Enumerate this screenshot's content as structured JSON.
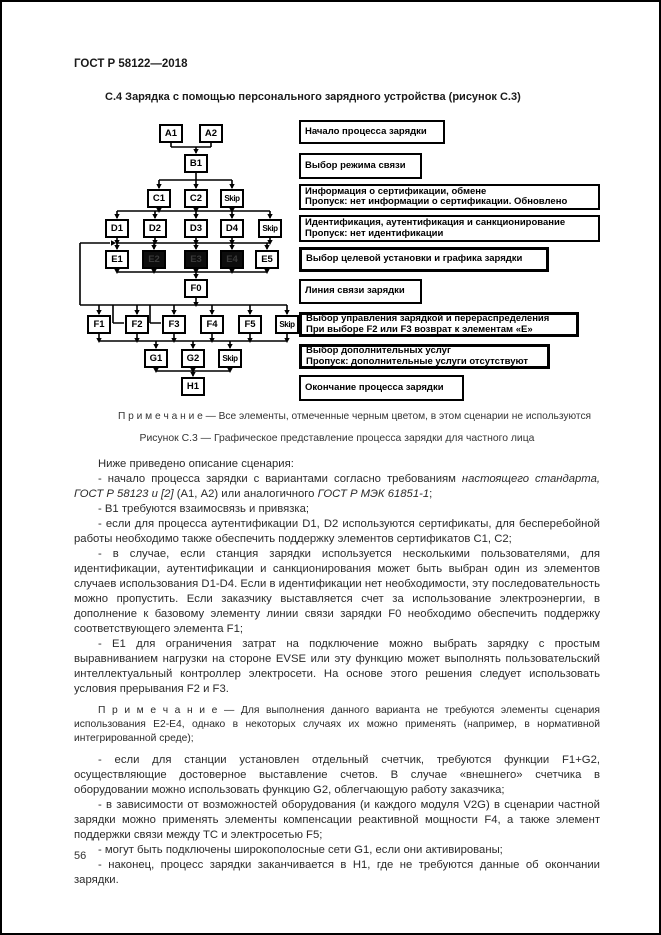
{
  "page": {
    "standard_code": "ГОСТ Р 58122—2018",
    "page_number": "56"
  },
  "section": {
    "heading": "С.4  Зарядка с помощью персонального зарядного устройства (рисунок С.3)"
  },
  "figure": {
    "note": "П р и м е ч а н и е — Все элементы, отмеченные черным цветом, в этом сценарии не используются",
    "caption": "Рисунок С.3 — Графическое представление процесса зарядки для частного лица",
    "nodes": [
      {
        "id": "A1",
        "label": "A1"
      },
      {
        "id": "A2",
        "label": "A2"
      },
      {
        "id": "B1",
        "label": "B1"
      },
      {
        "id": "C1",
        "label": "C1"
      },
      {
        "id": "C2",
        "label": "C2"
      },
      {
        "id": "C-skip",
        "label": "Skip",
        "variant": "skip"
      },
      {
        "id": "D1",
        "label": "D1"
      },
      {
        "id": "D2",
        "label": "D2"
      },
      {
        "id": "D3",
        "label": "D3"
      },
      {
        "id": "D4",
        "label": "D4"
      },
      {
        "id": "D-skip",
        "label": "Skip",
        "variant": "skip"
      },
      {
        "id": "E1",
        "label": "E1"
      },
      {
        "id": "E2",
        "label": "E2",
        "variant": "black"
      },
      {
        "id": "E3",
        "label": "E3",
        "variant": "black"
      },
      {
        "id": "E4",
        "label": "E4",
        "variant": "black"
      },
      {
        "id": "E5",
        "label": "E5"
      },
      {
        "id": "F0",
        "label": "F0"
      },
      {
        "id": "F1",
        "label": "F1"
      },
      {
        "id": "F2",
        "label": "F2"
      },
      {
        "id": "F3",
        "label": "F3"
      },
      {
        "id": "F4",
        "label": "F4"
      },
      {
        "id": "F5",
        "label": "F5"
      },
      {
        "id": "F-skip",
        "label": "Skip",
        "variant": "skip"
      },
      {
        "id": "G1",
        "label": "G1"
      },
      {
        "id": "G2",
        "label": "G2"
      },
      {
        "id": "G-skip",
        "label": "Skip",
        "variant": "skip"
      },
      {
        "id": "H1",
        "label": "H1"
      }
    ],
    "side_labels": [
      {
        "lines": [
          "Начало процесса зарядки"
        ]
      },
      {
        "lines": [
          "Выбор режима связи"
        ]
      },
      {
        "lines": [
          "Информация о сертификации, обмене",
          "Пропуск: нет информации о сертификации. Обновлено"
        ]
      },
      {
        "lines": [
          "Идентификация, аутентификация и санкционирование",
          "Пропуск: нет идентификации"
        ]
      },
      {
        "lines": [
          "Выбор целевой установки и графика зарядки"
        ],
        "thick": true
      },
      {
        "lines": [
          "Линия связи зарядки"
        ]
      },
      {
        "lines": [
          "Выбор управления зарядкой и перераспределения",
          "При выборе F2 или F3 возврат к элементам «Е»"
        ],
        "thick": true
      },
      {
        "lines": [
          "Выбор дополнительных услуг",
          "Пропуск: дополнительные услуги отсутствуют"
        ],
        "thick": true
      },
      {
        "lines": [
          "Окончание процесса зарядки"
        ]
      }
    ]
  },
  "body": {
    "paragraphs": [
      {
        "type": "plain",
        "segments": [
          {
            "text": "Ниже приведено описание сценария:"
          }
        ]
      },
      {
        "type": "plain",
        "segments": [
          {
            "text": "- начало процесса зарядки с вариантами согласно требованиям "
          },
          {
            "text": "настоящего стандарта, ГОСТ Р 58123 и [2]",
            "italic": true
          },
          {
            "text": " (А1, А2) или аналогичного "
          },
          {
            "text": "ГОСТ Р МЭК 61851-1",
            "italic": true
          },
          {
            "text": ";"
          }
        ]
      },
      {
        "type": "plain",
        "segments": [
          {
            "text": "- В1 требуются взаимосвязь и привязка;"
          }
        ]
      },
      {
        "type": "plain",
        "segments": [
          {
            "text": "- если для процесса аутентификации D1, D2 используются сертификаты, для бесперебойной работы необходимо также обеспечить поддержку элементов сертификатов С1, С2;"
          }
        ]
      },
      {
        "type": "plain",
        "segments": [
          {
            "text": "- в случае, если станция зарядки используется несколькими пользователями, для идентификации, аутентификации и санкционирования может быть выбран один из элементов случаев использования D1-D4. Если в идентификации нет необходимости, эту последовательность можно пропустить. Если заказчику выставляется счет за использование электроэнергии, в дополнение к базовому элементу линии связи зарядки F0 необходимо обеспечить поддержку соответствующего элемента F1;"
          }
        ]
      },
      {
        "type": "plain",
        "segments": [
          {
            "text": "- Е1 для ограничения затрат на подключение можно выбрать зарядку с простым выравниванием нагрузки на стороне EVSE или эту функцию может выполнять пользовательский интеллектуальный контроллер электросети. На основе этого решения следует использовать условия прерывания F2 и F3."
          }
        ]
      },
      {
        "type": "note",
        "segments": [
          {
            "text": "П р и м е ч а н и е — Для выполнения данного варианта не требуются элементы сценария использования Е2-Е4, однако в некоторых случаях их можно применять (например, в нормативной интегрированной среде);"
          }
        ]
      },
      {
        "type": "plain",
        "segments": [
          {
            "text": "- если для станции установлен отдельный счетчик, требуются функции F1+G2, осуществляющие достоверное выставление счетов. В случае «внешнего» счетчика в оборудовании можно использовать функцию G2, облегчающую работу заказчика;"
          }
        ]
      },
      {
        "type": "plain",
        "segments": [
          {
            "text": "- в зависимости от возможностей оборудования (и каждого модуля V2G) в сценарии частной зарядки можно применять элементы компенсации реактивной мощности F4, а также элемент поддержки связи между ТС и электросетью F5;"
          }
        ]
      },
      {
        "type": "plain",
        "segments": [
          {
            "text": "- могут быть подключены широкополосные сети G1, если они активированы;"
          }
        ]
      },
      {
        "type": "plain",
        "segments": [
          {
            "text": "- наконец, процесс зарядки заканчивается в Н1, где не требуются данные об окончании зарядки."
          }
        ]
      }
    ]
  }
}
